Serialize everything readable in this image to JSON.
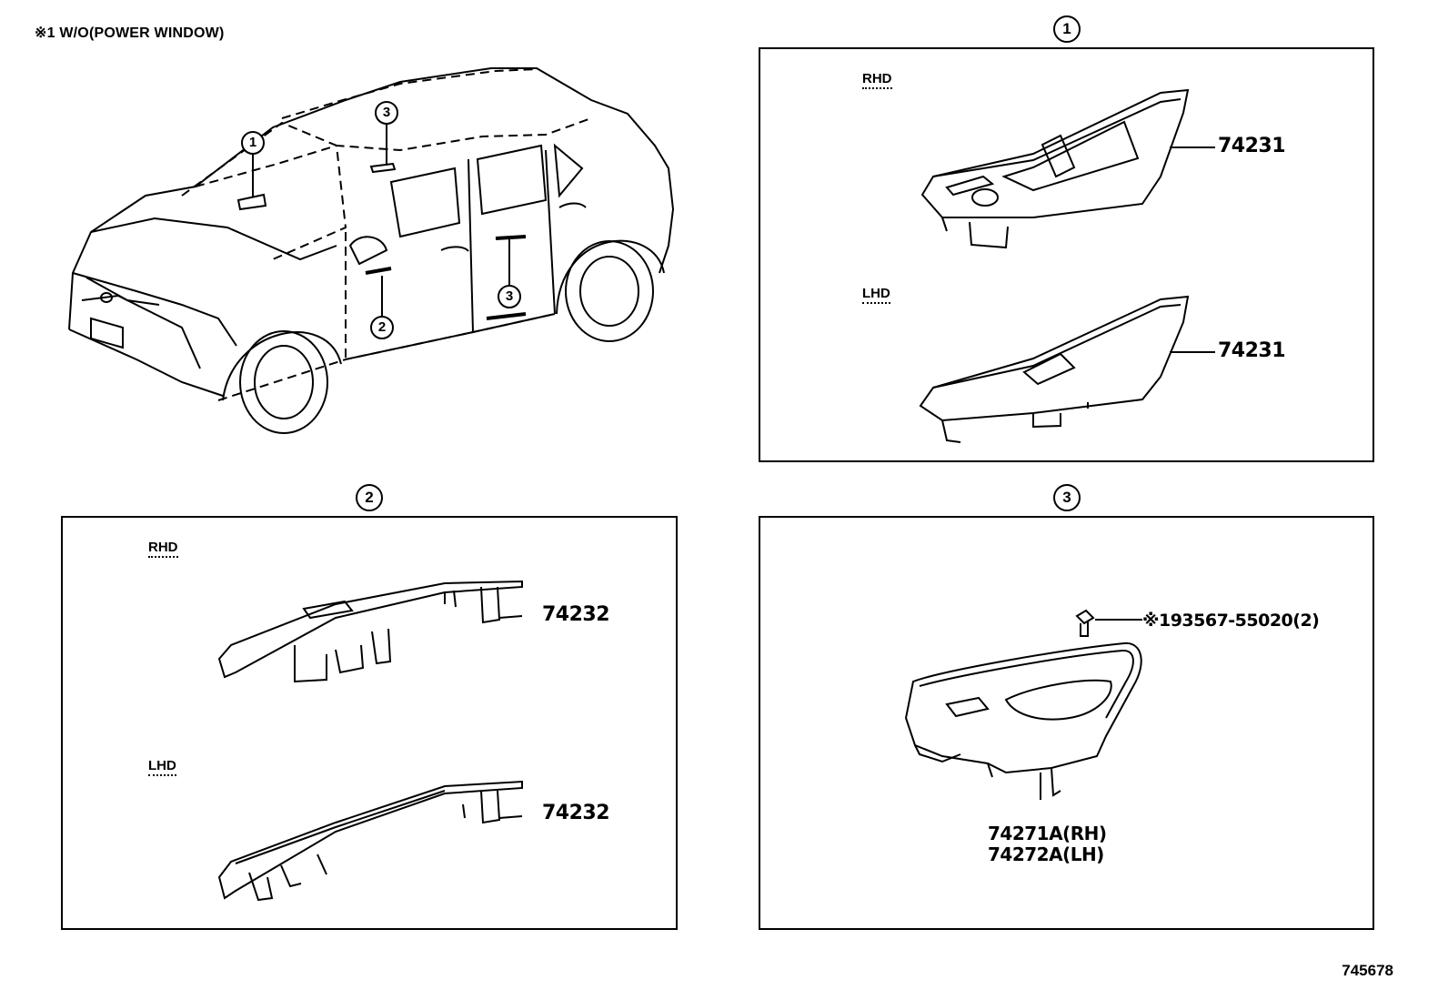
{
  "header": {
    "note": "※1 W/O(POWER WINDOW)"
  },
  "figure_id": "745678",
  "car_callouts": [
    "1",
    "2",
    "3",
    "3"
  ],
  "panels": {
    "panel1": {
      "marker": "1",
      "rhd": {
        "label": "RHD",
        "part": "74231"
      },
      "lhd": {
        "label": "LHD",
        "part": "74231"
      }
    },
    "panel2": {
      "marker": "2",
      "rhd": {
        "label": "RHD",
        "part": "74232"
      },
      "lhd": {
        "label": "LHD",
        "part": "74232"
      }
    },
    "panel3": {
      "marker": "3",
      "screw_part": "※193567-55020(2)",
      "part_rh": "74271A(RH)",
      "part_lh": "74272A(LH)"
    }
  }
}
